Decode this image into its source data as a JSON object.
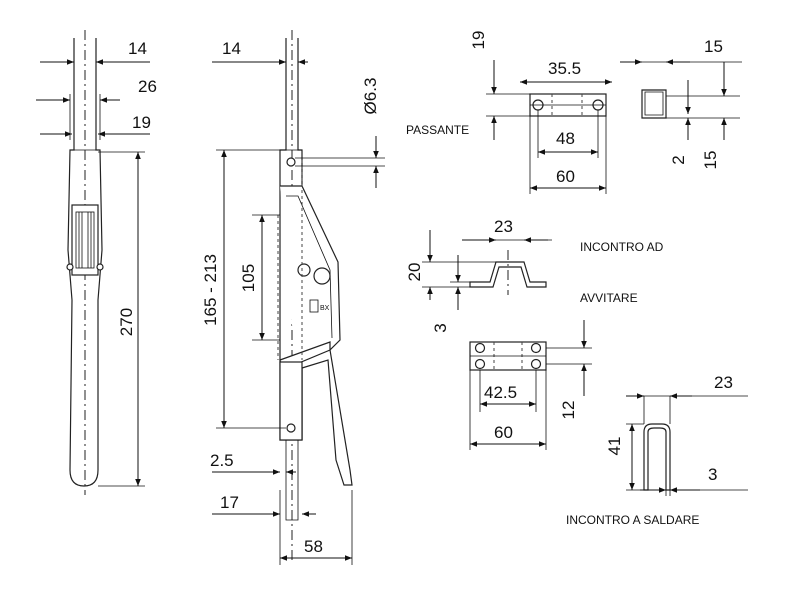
{
  "dimensions": {
    "front_top_width": "14",
    "front_width_26": "26",
    "front_width_19": "19",
    "front_length": "270",
    "side_top_offset": "14",
    "hole_diameter": "Ø6.3",
    "hole_spacing_range": "165 - 213",
    "hole_spacing": "105",
    "side_offset_25": "2.5",
    "side_offset_17": "17",
    "side_depth": "58",
    "passante_height": "19",
    "passante_inner": "35.5",
    "passante_hole_spacing": "48",
    "passante_length": "60",
    "passante_side_width": "15",
    "passante_thickness": "2",
    "passante_side_height": "15",
    "ad_avvitare_width": "23",
    "ad_avvitare_height": "20",
    "ad_avvitare_thickness": "3",
    "ad_avvitare_hole_spacing": "42.5",
    "ad_avvitare_length": "60",
    "ad_avvitare_depth": "12",
    "saldare_width": "23",
    "saldare_height": "41",
    "saldare_thickness": "3"
  },
  "labels": {
    "passante": "PASSANTE",
    "incontro_ad": "INCONTRO AD",
    "avvitare": "AVVITARE",
    "incontro_saldare": "INCONTRO A SALDARE"
  }
}
